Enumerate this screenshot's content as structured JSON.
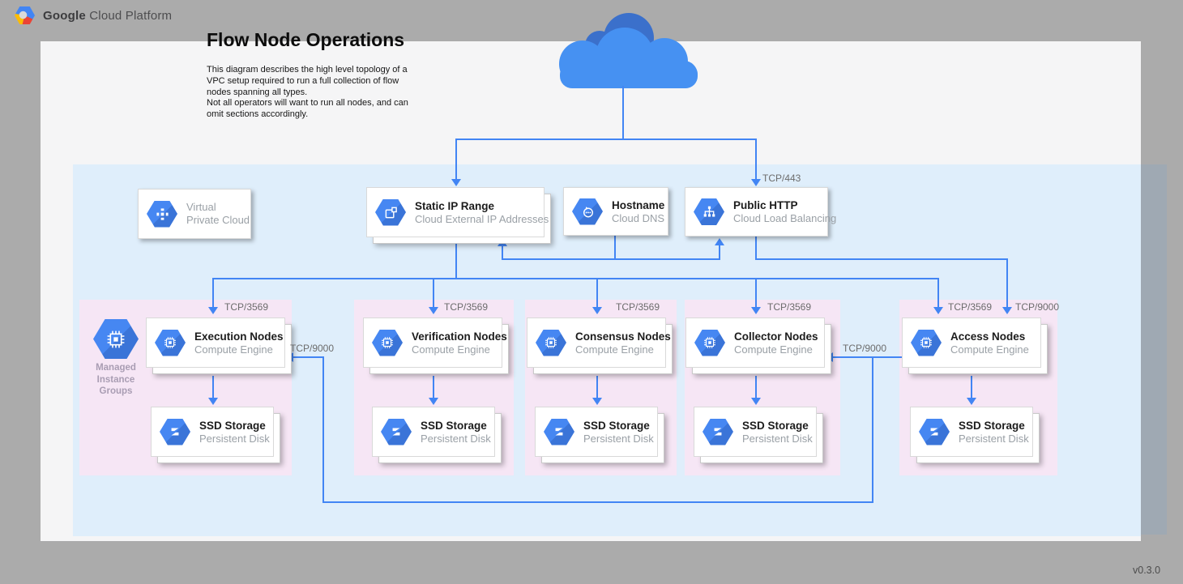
{
  "header": {
    "brand_bold": "Google",
    "brand_rest": "Cloud Platform"
  },
  "title": "Flow Node Operations",
  "description_lines": [
    "This diagram describes the high level topology of a",
    "VPC setup required to run a full collection of flow",
    "nodes spanning all types.",
    "Not all operators will want to run all nodes, and can",
    "omit sections accordingly."
  ],
  "version": "v0.3.0",
  "vpc_card": {
    "line1": "Virtual",
    "line2": "Private Cloud"
  },
  "top_services": {
    "static_ip": {
      "title": "Static IP Range",
      "subtitle": "Cloud External IP Addresses"
    },
    "hostname": {
      "title": "Hostname",
      "subtitle": "Cloud DNS"
    },
    "public_http": {
      "title": "Public HTTP",
      "subtitle": "Cloud Load Balancing"
    }
  },
  "mig": {
    "line1": "Managed",
    "line2": "Instance",
    "line3": "Groups"
  },
  "groups": [
    {
      "title": "Execution Nodes",
      "subtitle": "Compute Engine",
      "ssd_title": "SSD Storage",
      "ssd_subtitle": "Persistent Disk"
    },
    {
      "title": "Verification Nodes",
      "subtitle": "Compute Engine",
      "ssd_title": "SSD Storage",
      "ssd_subtitle": "Persistent Disk"
    },
    {
      "title": "Consensus Nodes",
      "subtitle": "Compute Engine",
      "ssd_title": "SSD Storage",
      "ssd_subtitle": "Persistent Disk"
    },
    {
      "title": "Collector Nodes",
      "subtitle": "Compute Engine",
      "ssd_title": "SSD Storage",
      "ssd_subtitle": "Persistent Disk"
    },
    {
      "title": "Access Nodes",
      "subtitle": "Compute Engine",
      "ssd_title": "SSD Storage",
      "ssd_subtitle": "Persistent Disk"
    }
  ],
  "port_labels": {
    "tcp443": "TCP/443",
    "tcp3569": "TCP/3569",
    "tcp9000": "TCP/9000"
  },
  "colors": {
    "line": "#4285F4",
    "vpc_fill": "#DFEEFB",
    "group_fill": "#F6E6F5",
    "hexagon": "#4285F4",
    "cloud_light": "#4691F2",
    "cloud_dark": "#3B70CB"
  }
}
